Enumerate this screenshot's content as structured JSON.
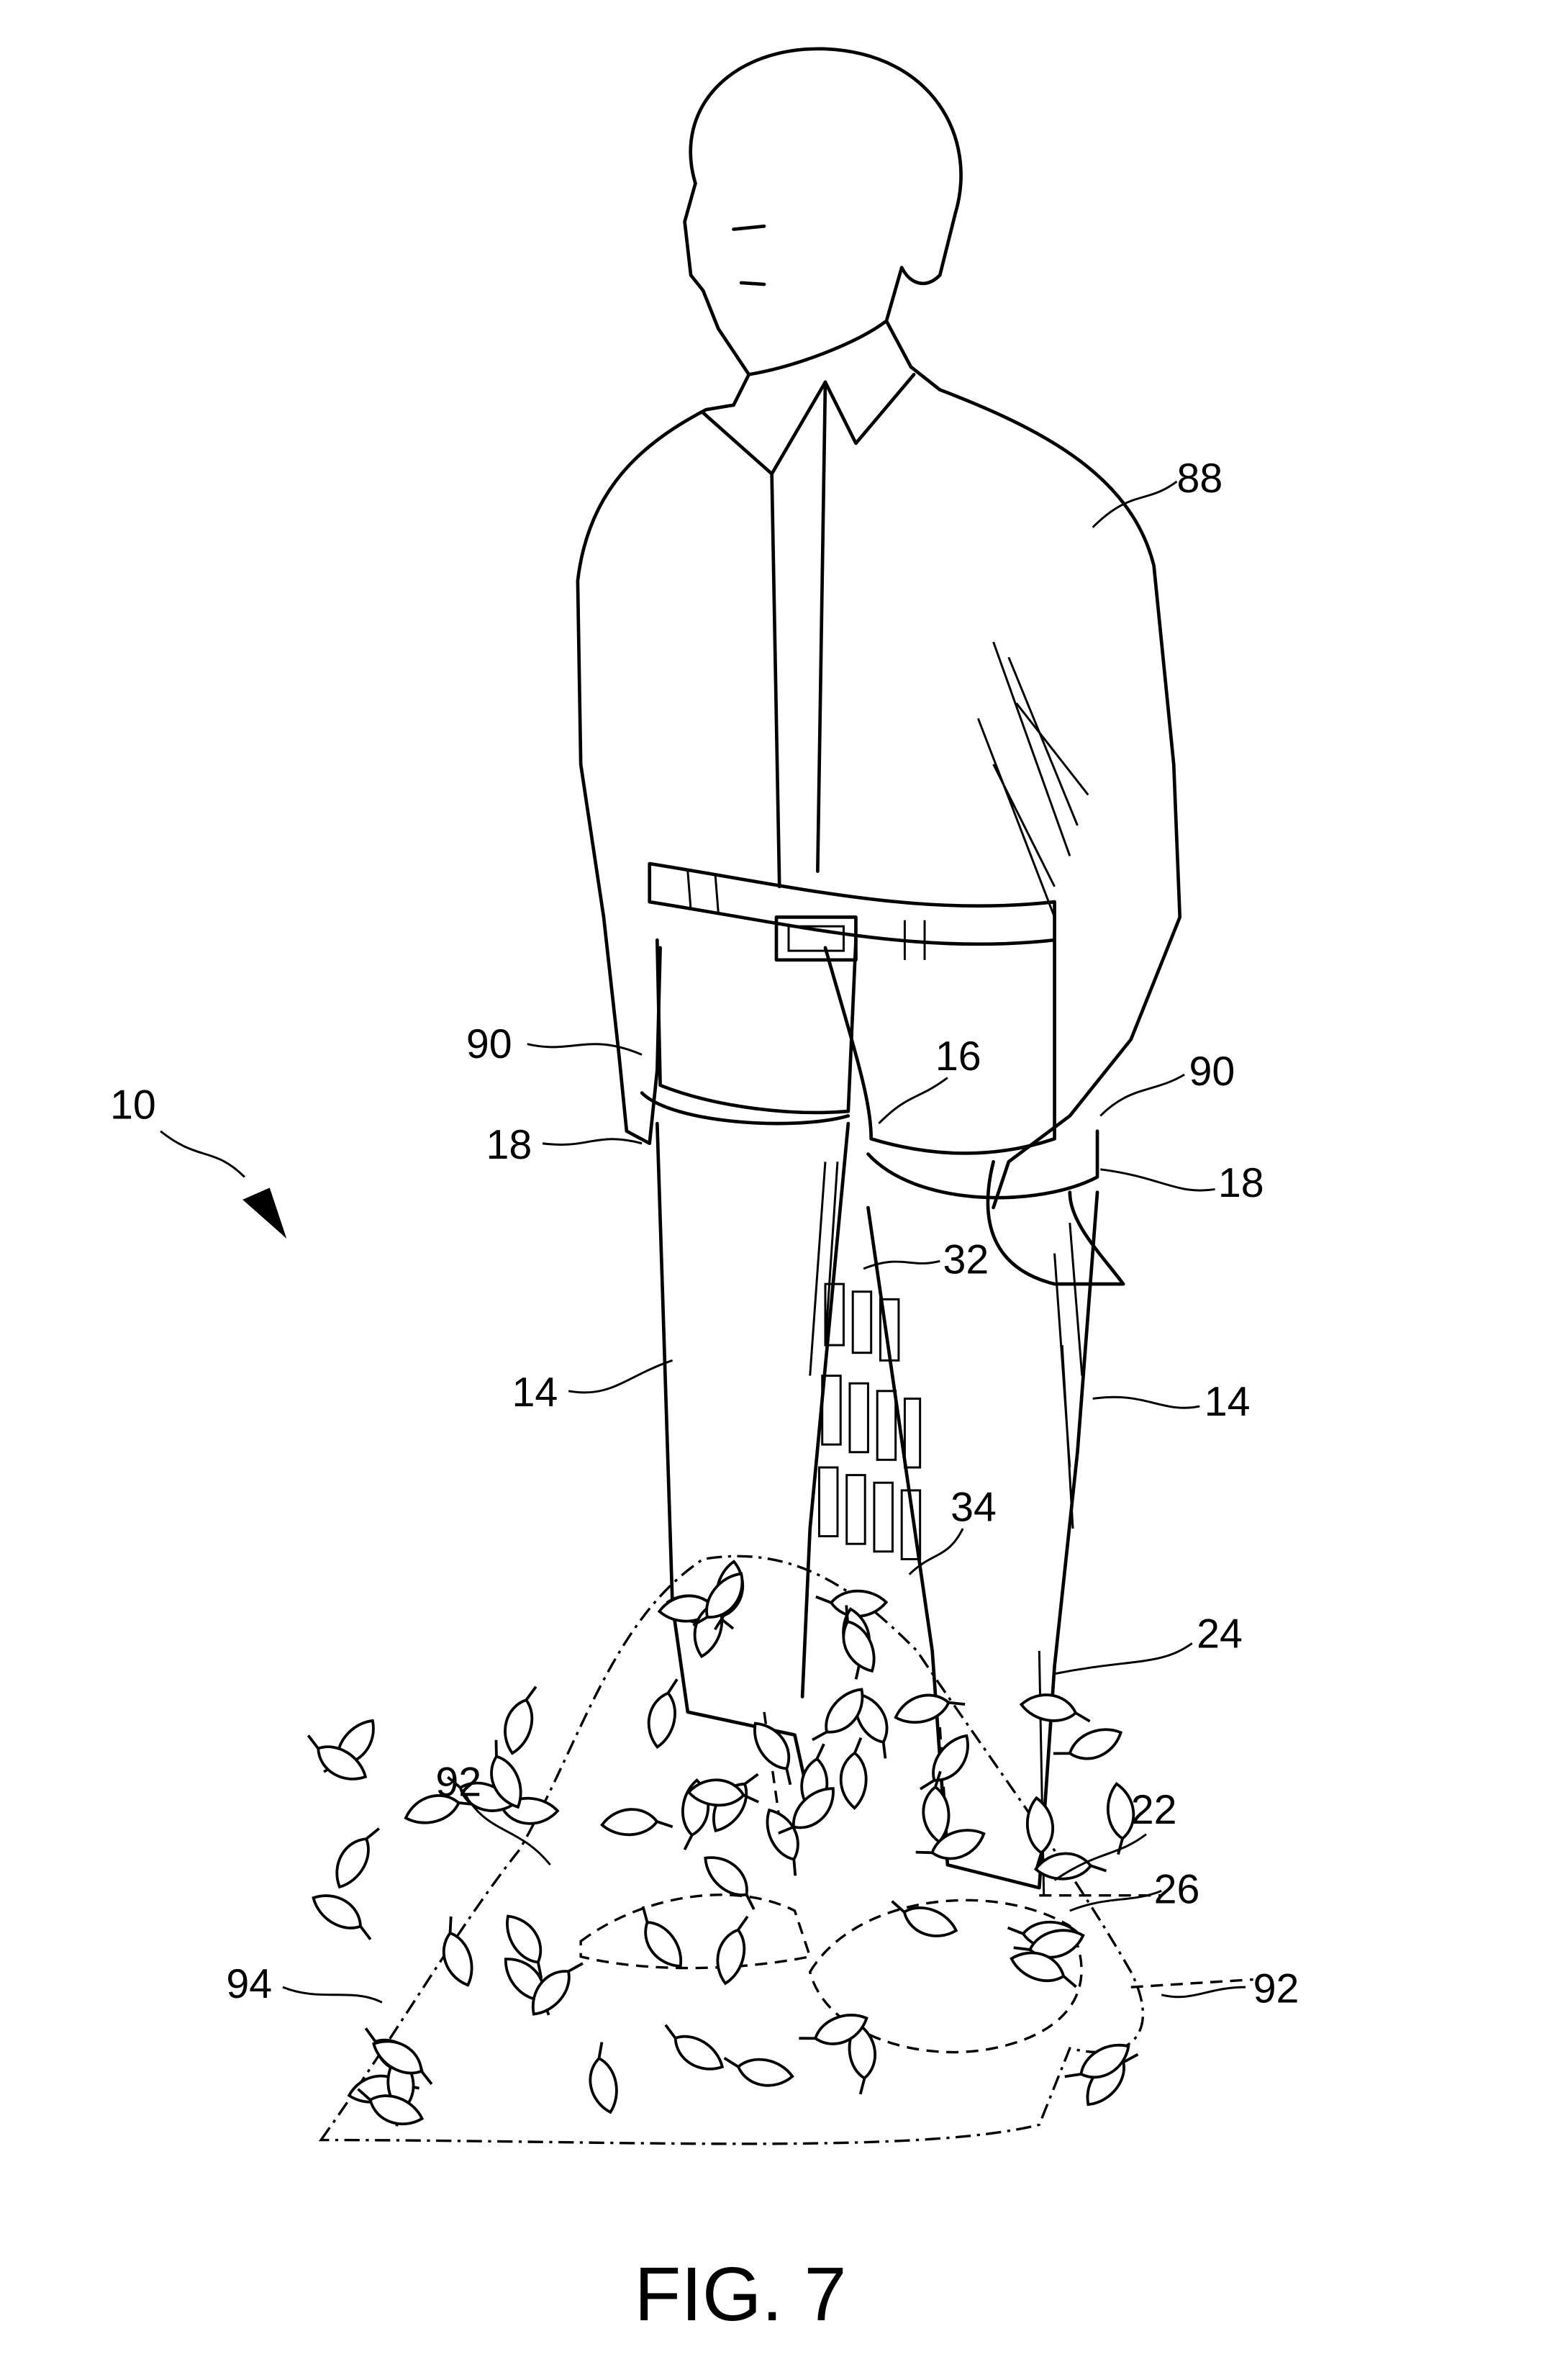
{
  "figure_title": "FIG. 7",
  "reference_numerals": {
    "shirt": "88",
    "pants_left": "90",
    "pants_right": "90",
    "apparatus": "10",
    "upper_opening_left": "18",
    "upper_opening_right": "18",
    "crotch": "16",
    "mesh_panel": "32",
    "leg_left": "14",
    "leg_right": "14",
    "vent": "34",
    "zipper": "24",
    "leaf_pile_left": "92",
    "leaf_pile_right": "92",
    "lower_end": "22",
    "cuff": "26",
    "leaves": "94"
  }
}
